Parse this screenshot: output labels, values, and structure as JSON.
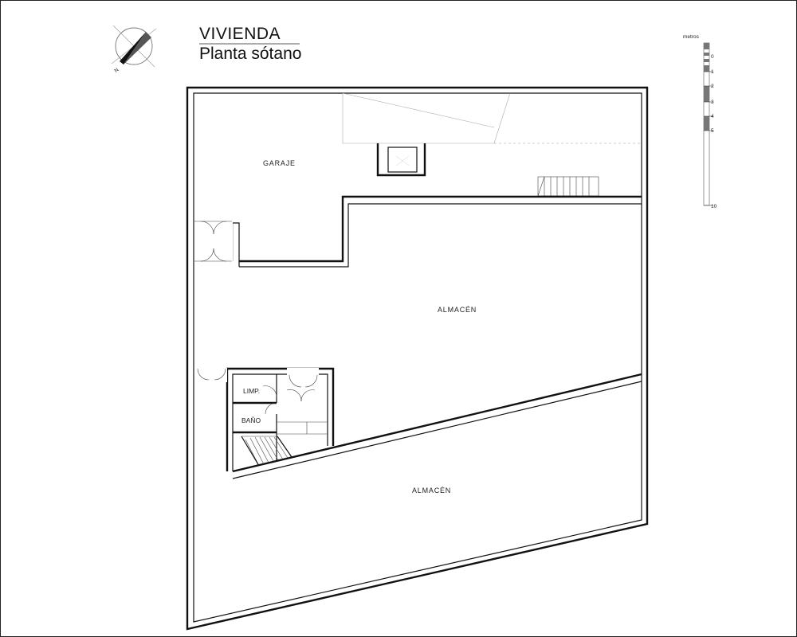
{
  "drawing": {
    "title": "VIVIENDA",
    "subtitle": "Planta sótano",
    "north_label": "N"
  },
  "scale_bar": {
    "unit_label": "metros",
    "ticks": [
      "0",
      "1",
      "2",
      "3",
      "4",
      "5",
      "10"
    ]
  },
  "rooms": {
    "garaje": "GARAJE",
    "almacen_upper": "ALMACÉN",
    "almacen_lower": "ALMACÉN",
    "limpieza": "LIMP.",
    "bano": "BAÑO"
  },
  "colors": {
    "line": "#111111",
    "background": "#ffffff",
    "scale_fill": "#777777"
  }
}
